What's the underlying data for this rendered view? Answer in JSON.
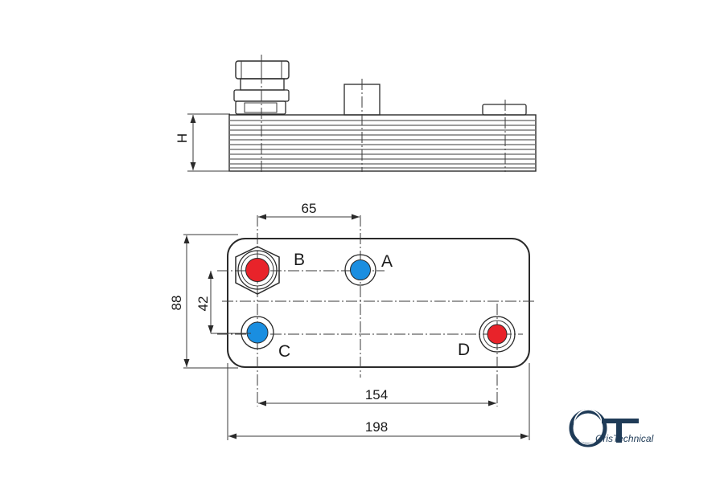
{
  "side_view": {
    "height_label": "H"
  },
  "dimensions": {
    "port_spacing_horizontal": "65",
    "port_spacing_vertical": "42",
    "plate_height": "88",
    "port_spacing_long": "154",
    "plate_width": "198"
  },
  "ports": [
    {
      "id": "B",
      "label": "B",
      "color": "#e8232a"
    },
    {
      "id": "A",
      "label": "A",
      "color": "#1a8ee0"
    },
    {
      "id": "C",
      "label": "C",
      "color": "#1a8ee0"
    },
    {
      "id": "D",
      "label": "D",
      "color": "#e8232a"
    }
  ],
  "logo": {
    "text": "OrisTechnical",
    "color": "#1f3b57"
  }
}
